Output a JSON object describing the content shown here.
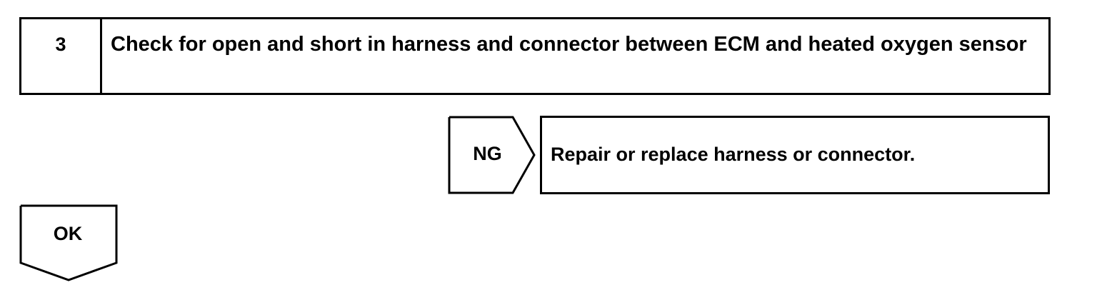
{
  "step": {
    "number": "3",
    "title": "Check for open and short in harness and connector between ECM and heated oxygen sensor"
  },
  "ng_branch": {
    "label": "NG",
    "action": "Repair or replace harness or connector."
  },
  "ok_branch": {
    "label": "OK"
  }
}
